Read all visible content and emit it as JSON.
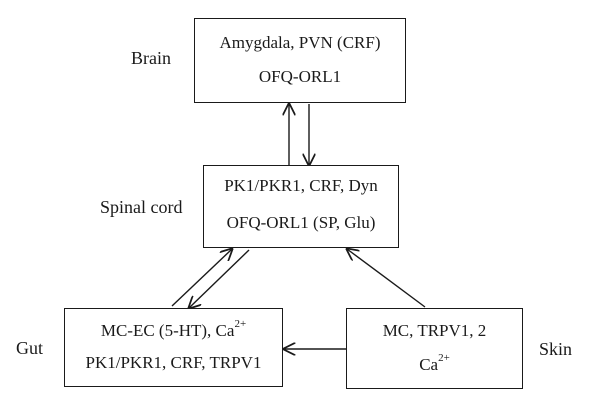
{
  "labels": {
    "brain": "Brain",
    "spinal_cord": "Spinal cord",
    "gut": "Gut",
    "skin": "Skin"
  },
  "boxes": {
    "brain": {
      "line1": "Amygdala, PVN (CRF)",
      "line2": "OFQ-ORL1"
    },
    "spinal": {
      "line1": "PK1/PKR1, CRF, Dyn",
      "line2": "OFQ-ORL1 (SP, Glu)"
    },
    "gut": {
      "line1_main": "MC-EC (5-HT), Ca",
      "line1_sup": "2+",
      "line2": "PK1/PKR1, CRF, TRPV1"
    },
    "skin": {
      "line1": "MC, TRPV1, 2",
      "line2_main": "Ca",
      "line2_sup": "2+"
    }
  },
  "colors": {
    "stroke": "#1a1a1a",
    "background": "#ffffff"
  }
}
